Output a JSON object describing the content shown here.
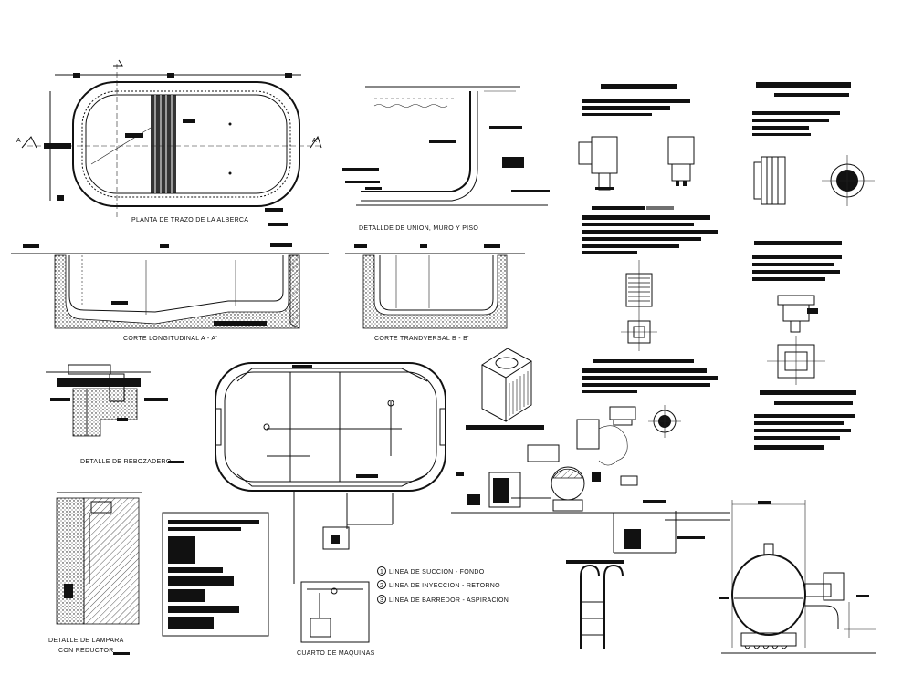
{
  "labels": {
    "plan": "PLANTA DE TRAZO DE LA ALBERCA",
    "joint": "DETALLDE DE UNION, MURO Y PISO",
    "long_section": "CORTE LONGITUDINAL A - A'",
    "cross_section": "CORTE TRANDVERSAL B - B'",
    "curb": "DETALLE DE REBOZADERO",
    "lamp_1": "DETALLE DE LAMPARA",
    "lamp_2": "CON REDUCTOR",
    "machine_room": "CUARTO DE MAQUINAS",
    "section_a": "A",
    "section_a2": "A'"
  },
  "legend": [
    {
      "num": "1",
      "text": "LINEA DE SUCCION - FONDO"
    },
    {
      "num": "2",
      "text": "LINEA DE INYECCION - RETORNO"
    },
    {
      "num": "3",
      "text": "LINEA DE BARREDOR - ASPIRACION"
    }
  ],
  "colors": {
    "ink": "#111111",
    "paper": "#ffffff"
  }
}
